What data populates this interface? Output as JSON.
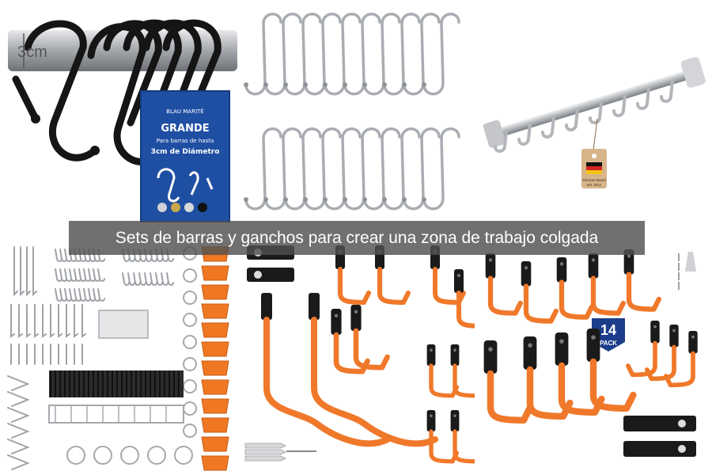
{
  "caption": "Sets de barras y ganchos para crear una zona de trabajo colgada",
  "black_hooks": {
    "rod_label": "3cm",
    "box": {
      "brand": "BLAU MARITÉ",
      "title": "GRANDE",
      "line1": "Para barras de hasta",
      "line2": "3cm de Diámetro"
    }
  },
  "rail": {
    "tag_line1": "German Brand",
    "tag_line2": "est. 2011"
  },
  "orange_set": {
    "badge_number": "14",
    "badge_word": "PACK"
  },
  "colors": {
    "orange": "#f0782a",
    "black": "#1a1a1a",
    "chrome": "#b9bcc0",
    "box_blue": "#1f4fa3",
    "caption_bg": "#505050"
  }
}
